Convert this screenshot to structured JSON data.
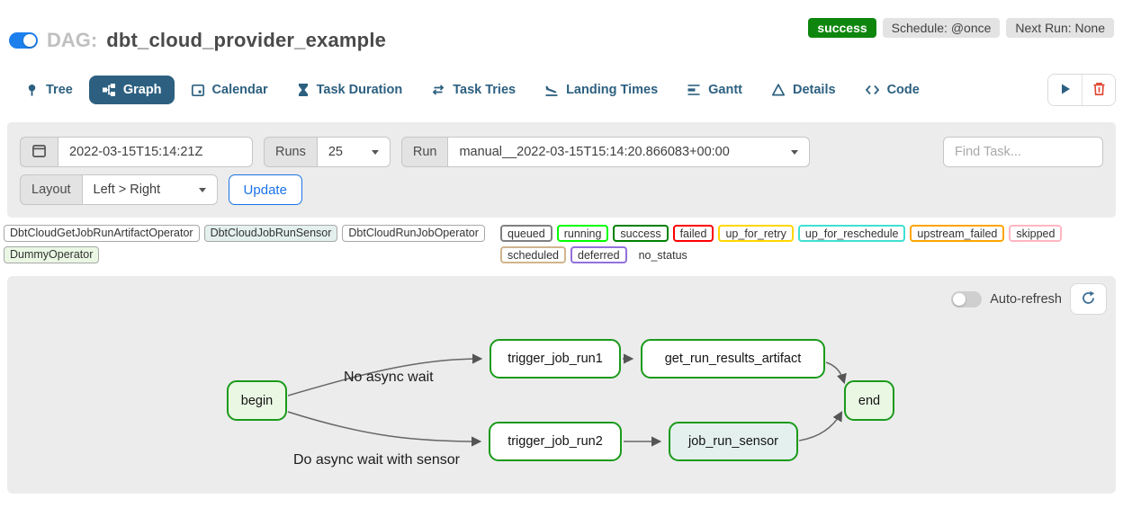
{
  "header": {
    "dag_toggle_state": "on",
    "dag_label": "DAG:",
    "dag_title": "dbt_cloud_provider_example",
    "status_badge": "success",
    "schedule_badge": "Schedule: @once",
    "next_run_badge": "Next Run: None"
  },
  "tabs": [
    {
      "label": "Tree",
      "icon": "pin-icon",
      "active": false
    },
    {
      "label": "Graph",
      "icon": "graph-icon",
      "active": true
    },
    {
      "label": "Calendar",
      "icon": "calendar-icon",
      "active": false
    },
    {
      "label": "Task Duration",
      "icon": "hourglass-icon",
      "active": false
    },
    {
      "label": "Task Tries",
      "icon": "repeat-icon",
      "active": false
    },
    {
      "label": "Landing Times",
      "icon": "plane-landing-icon",
      "active": false
    },
    {
      "label": "Gantt",
      "icon": "gantt-icon",
      "active": false
    },
    {
      "label": "Details",
      "icon": "triangle-icon",
      "active": false
    },
    {
      "label": "Code",
      "icon": "code-icon",
      "active": false
    }
  ],
  "actions": {
    "play_icon": "play-icon",
    "delete_icon": "trash-icon"
  },
  "filters": {
    "base_date": "2022-03-15T15:14:21Z",
    "runs_label": "Runs",
    "runs_value": "25",
    "run_label": "Run",
    "run_value": "manual__2022-03-15T15:14:20.866083+00:00",
    "find_task_placeholder": "Find Task...",
    "layout_label": "Layout",
    "layout_value": "Left > Right",
    "update_label": "Update"
  },
  "legend": {
    "operators": [
      {
        "label": "DbtCloudGetJobRunArtifactOperator",
        "bg": "#ffffff"
      },
      {
        "label": "DbtCloudJobRunSensor",
        "bg": "#e3f0ee"
      },
      {
        "label": "DbtCloudRunJobOperator",
        "bg": "#ffffff"
      },
      {
        "label": "DummyOperator",
        "bg": "#e9f7e3"
      }
    ],
    "statuses": [
      {
        "label": "queued",
        "border": "#808080"
      },
      {
        "label": "running",
        "border": "#00ff00"
      },
      {
        "label": "success",
        "border": "#008000"
      },
      {
        "label": "failed",
        "border": "#ff0000"
      },
      {
        "label": "up_for_retry",
        "border": "#ffd700"
      },
      {
        "label": "up_for_reschedule",
        "border": "#40e0d0"
      },
      {
        "label": "upstream_failed",
        "border": "#ffa500"
      },
      {
        "label": "skipped",
        "border": "#ffb6c1"
      },
      {
        "label": "scheduled",
        "border": "#d2b48c"
      },
      {
        "label": "deferred",
        "border": "#9370db"
      },
      {
        "label": "no_status",
        "border": "transparent"
      }
    ]
  },
  "graph": {
    "auto_refresh_label": "Auto-refresh",
    "auto_refresh_state": "off",
    "refresh_icon": "refresh-icon",
    "node_border_color": "#1b9a1b",
    "nodes": [
      {
        "id": "begin",
        "label": "begin",
        "fill": "#e9f7e3"
      },
      {
        "id": "trigger_job_run1",
        "label": "trigger_job_run1",
        "fill": "#ffffff"
      },
      {
        "id": "get_run_results_artifact",
        "label": "get_run_results_artifact",
        "fill": "#ffffff"
      },
      {
        "id": "end",
        "label": "end",
        "fill": "#e9f7e3"
      },
      {
        "id": "trigger_job_run2",
        "label": "trigger_job_run2",
        "fill": "#ffffff"
      },
      {
        "id": "job_run_sensor",
        "label": "job_run_sensor",
        "fill": "#e3f0ee"
      }
    ],
    "edge_labels": [
      {
        "text": "No async wait"
      },
      {
        "text": "Do async wait with sensor"
      }
    ]
  },
  "colors": {
    "accent_blue": "#2d6080",
    "toggle_blue": "#1d80ed",
    "success_green": "#0e860e",
    "update_blue": "#1a73e8",
    "trash_red": "#e0442c",
    "graph_bg": "#ececec"
  }
}
